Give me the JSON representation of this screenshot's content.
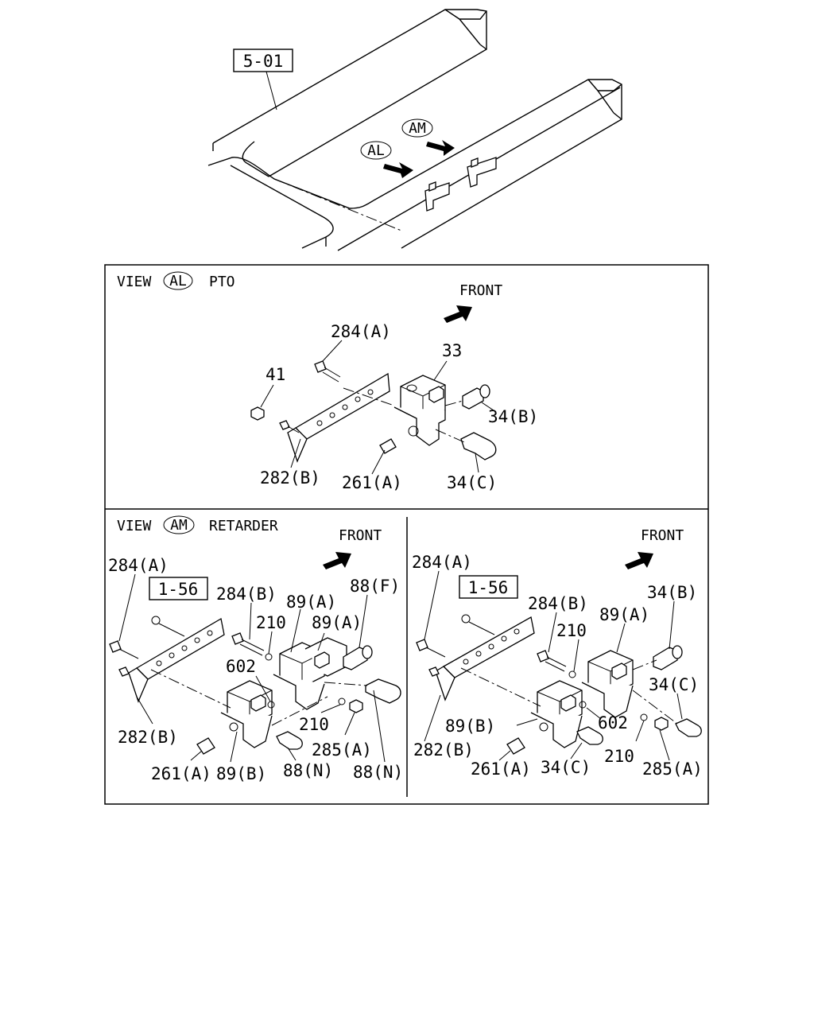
{
  "top": {
    "ref_box": "5-01",
    "view_markers": [
      "AM",
      "AL"
    ]
  },
  "panel_pto": {
    "view_word": "VIEW",
    "view_letter": "AL",
    "title": "PTO",
    "front": "FRONT",
    "labels": [
      "284(A)",
      "33",
      "41",
      "34(B)",
      "282(B)",
      "261(A)",
      "34(C)"
    ]
  },
  "panel_retarder_left": {
    "view_word": "VIEW",
    "view_letter": "AM",
    "title": "RETARDER",
    "front": "FRONT",
    "ref_box": "1-56",
    "labels": [
      "284(A)",
      "284(B)",
      "89(A)",
      "88(F)",
      "210",
      "89(A)",
      "602",
      "282(B)",
      "210",
      "285(A)",
      "261(A)",
      "89(B)",
      "88(N)",
      "88(N)"
    ]
  },
  "panel_retarder_right": {
    "front": "FRONT",
    "ref_box": "1-56",
    "labels": [
      "284(A)",
      "284(B)",
      "89(A)",
      "34(B)",
      "210",
      "34(C)",
      "89(B)",
      "602",
      "282(B)",
      "210",
      "261(A)",
      "34(C)",
      "285(A)"
    ]
  }
}
